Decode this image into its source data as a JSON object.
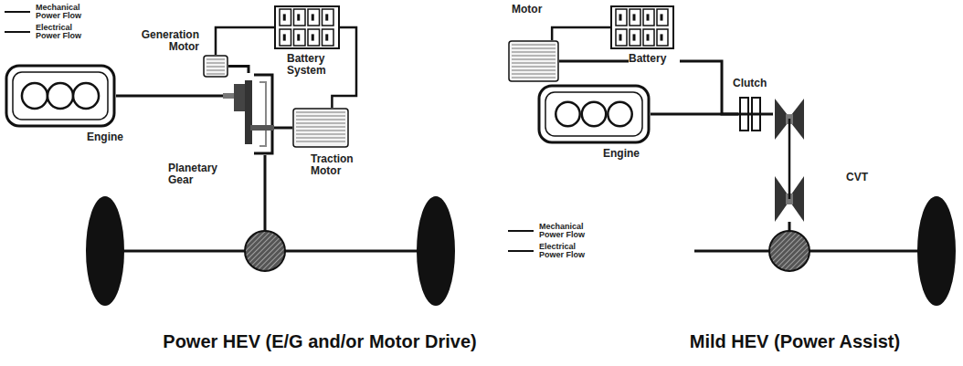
{
  "diagram": {
    "nodes": [
      {
        "text": [
          "Engine"
        ]
      },
      {
        "text": [
          "Generation Motor"
        ]
      },
      {
        "text": [
          "Battery System"
        ]
      },
      {
        "text": [
          "Planetary Gear"
        ]
      },
      {
        "text": [
          "Traction Motor"
        ]
      },
      {
        "text": [
          "Motor"
        ]
      },
      {
        "text": [
          "Battery"
        ]
      },
      {
        "text": [
          "Engine"
        ]
      },
      {
        "text": [
          "Clutch"
        ]
      },
      {
        "text": [
          "CVT"
        ]
      }
    ],
    "edges": [
      {
        "from": 0,
        "to": 3,
        "arrow": "none"
      },
      {
        "from": 1,
        "to": 3,
        "arrow": "none"
      },
      {
        "from": 1,
        "to": 2,
        "arrow": "none"
      },
      {
        "from": 2,
        "to": 4,
        "arrow": "none"
      },
      {
        "from": 3,
        "to": 4,
        "arrow": "none"
      },
      {
        "from": 5,
        "to": 6,
        "arrow": "none"
      },
      {
        "from": 5,
        "to": 8,
        "arrow": "none"
      },
      {
        "from": 7,
        "to": 8,
        "arrow": "none"
      },
      {
        "from": 8,
        "to": 9,
        "arrow": "none"
      }
    ],
    "labels": [
      "Power HEV (E/G and/or Motor Drive)",
      "Mild HEV (Power Assist)"
    ],
    "legend": [
      {
        "text": "Mechanical Power Flow"
      },
      {
        "text": "Electrical Power Flow"
      },
      {
        "text": "Mechanical Power Flow"
      },
      {
        "text": "Electrical Power Flow"
      }
    ]
  }
}
